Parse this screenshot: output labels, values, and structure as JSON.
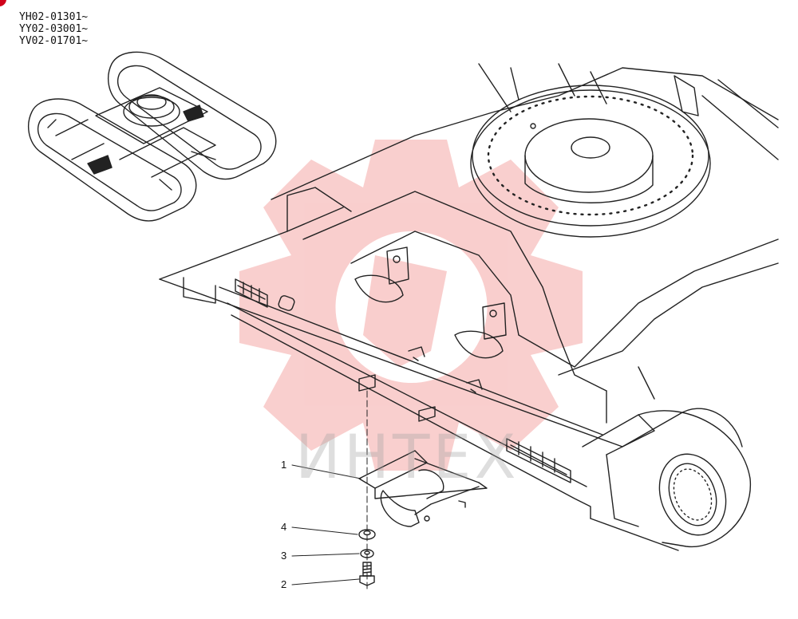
{
  "serial_numbers": [
    "YH02-01301~",
    "YY02-03001~",
    "YV02-01701~"
  ],
  "callouts": [
    {
      "label": "1",
      "part": "guard"
    },
    {
      "label": "2",
      "part": "bolt"
    },
    {
      "label": "3",
      "part": "spring-washer"
    },
    {
      "label": "4",
      "part": "washer"
    }
  ],
  "watermark": {
    "text": "ИНТЕХ",
    "color": "#e8413c"
  },
  "colors": {
    "line": "#222222",
    "badge": "#d0021b"
  }
}
